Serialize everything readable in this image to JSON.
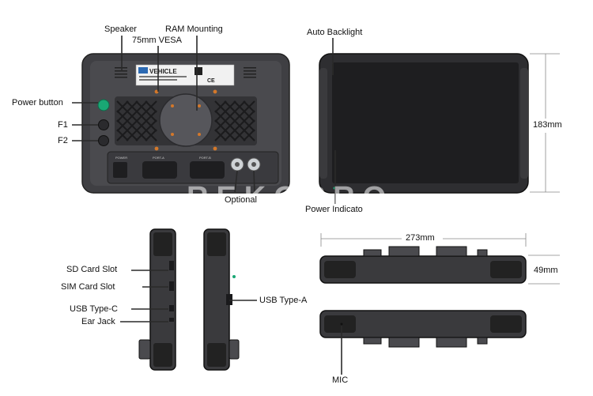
{
  "labels": {
    "speaker": "Speaker",
    "ram_mounting": "RAM Mounting",
    "vesa": "75mm VESA",
    "power_button": "Power button",
    "f1": "F1",
    "f2": "F2",
    "optional": "Optional",
    "auto_backlight": "Auto Backlight",
    "power_indicator": "Power Indicato",
    "height_dim": "183mm",
    "sd_card_slot": "SD Card Slot",
    "sim_card_slot": "SIM Card Slot",
    "usb_type_c": "USB Type-C",
    "ear_jack": "Ear Jack",
    "usb_type_a": "USB Type-A",
    "width_dim": "273mm",
    "depth_dim": "49mm",
    "mic": "MIC"
  },
  "device_sticker": {
    "brand": "VEHICLE",
    "ce_mark": "CE"
  },
  "port_labels": {
    "power": "POWER",
    "port_a": "PORT-A",
    "port_b": "PORT-B"
  },
  "watermark": "REKOPRO",
  "colors": {
    "body": "#3f3f43",
    "body_dark": "#2a2a2d",
    "screen": "#1e1e20",
    "power_button": "#19a774",
    "vent": "#1b1b1d",
    "accent_screw": "#d4782a",
    "leader": "#2a2a2a"
  }
}
